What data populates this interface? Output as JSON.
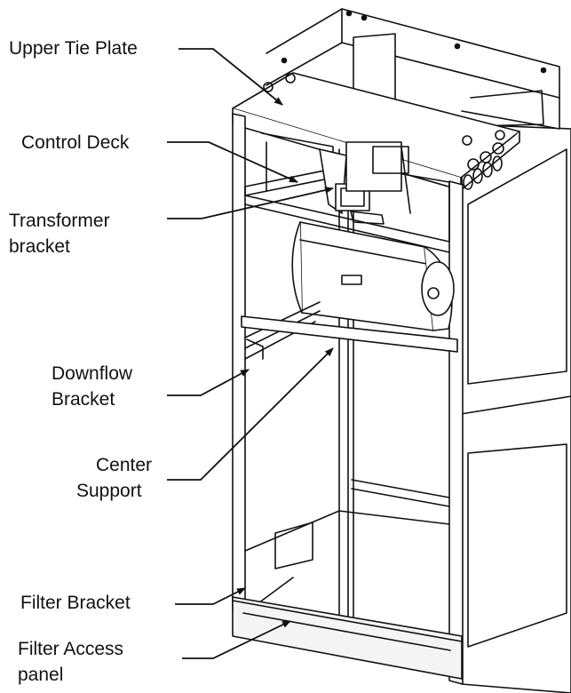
{
  "diagram": {
    "labels": {
      "upper_tie_plate": "Upper Tie Plate",
      "control_deck": "Control Deck",
      "transformer_bracket_1": "Transformer",
      "transformer_bracket_2": "bracket",
      "downflow_bracket_1": "Downflow",
      "downflow_bracket_2": "Bracket",
      "center_support_1": "Center",
      "center_support_2": "Support",
      "filter_bracket": "Filter Bracket",
      "filter_access_panel_1": "Filter Access",
      "filter_access_panel_2": "panel"
    },
    "colors": {
      "line": "#111111",
      "frame_fill": "#ffffff",
      "panel_shade": "#f4f4f4"
    }
  }
}
